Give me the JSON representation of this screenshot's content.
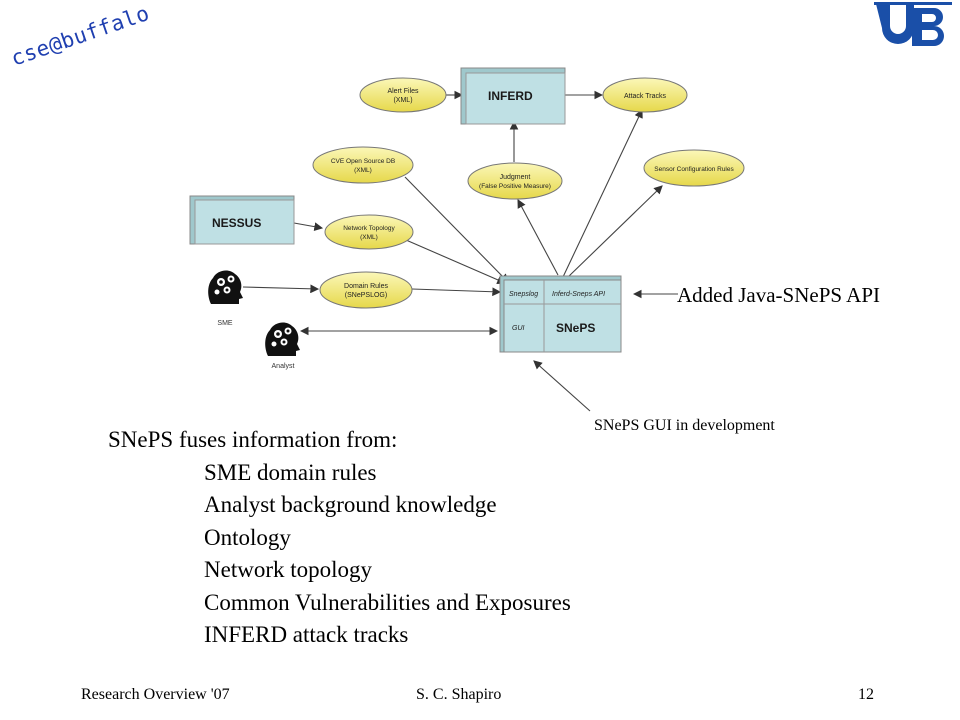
{
  "header": {
    "corner_tag": "cse@buffalo",
    "logo_icon": "ub-logo-icon"
  },
  "diagram": {
    "nodes": {
      "alert_files_l1": "Alert Files",
      "alert_files_l2": "(XML)",
      "inferd": "INFERD",
      "attack_tracks": "Attack Tracks",
      "cve_l1": "CVE Open Source DB",
      "cve_l2": "(XML)",
      "judgment_l1": "Judgment",
      "judgment_l2": "(False Positive Measure)",
      "sensor_rules": "Sensor Configuration Rules",
      "nessus": "NESSUS",
      "net_topo_l1": "Network Topology",
      "net_topo_l2": "(XML)",
      "domain_rules_l1": "Domain Rules",
      "domain_rules_l2": "(SNePSLOG)",
      "snepslog": "Snepslog",
      "inferd_snepsapi": "Inferd-Sneps API",
      "gui": "GUI",
      "sneps": "SNePS",
      "sme": "SME",
      "analyst": "Analyst"
    },
    "annotations": {
      "java_api": "Added Java-SNePS API",
      "gui_dev": "SNePS GUI in development"
    }
  },
  "body_text": {
    "heading": "SNePS fuses information from:",
    "items": [
      "SME domain rules",
      "Analyst background knowledge",
      "Ontology",
      "Network topology",
      "Common Vulnerabilities and Exposures",
      "INFERD attack tracks"
    ]
  },
  "footer": {
    "left": "Research Overview '07",
    "center": "S. C. Shapiro",
    "right": "12"
  },
  "colors": {
    "ellipse_fill": "#f2e873",
    "box_fill": "#bfe0e4",
    "tag_blue": "#1f3fb0",
    "logo_blue": "#1a4fa8"
  }
}
